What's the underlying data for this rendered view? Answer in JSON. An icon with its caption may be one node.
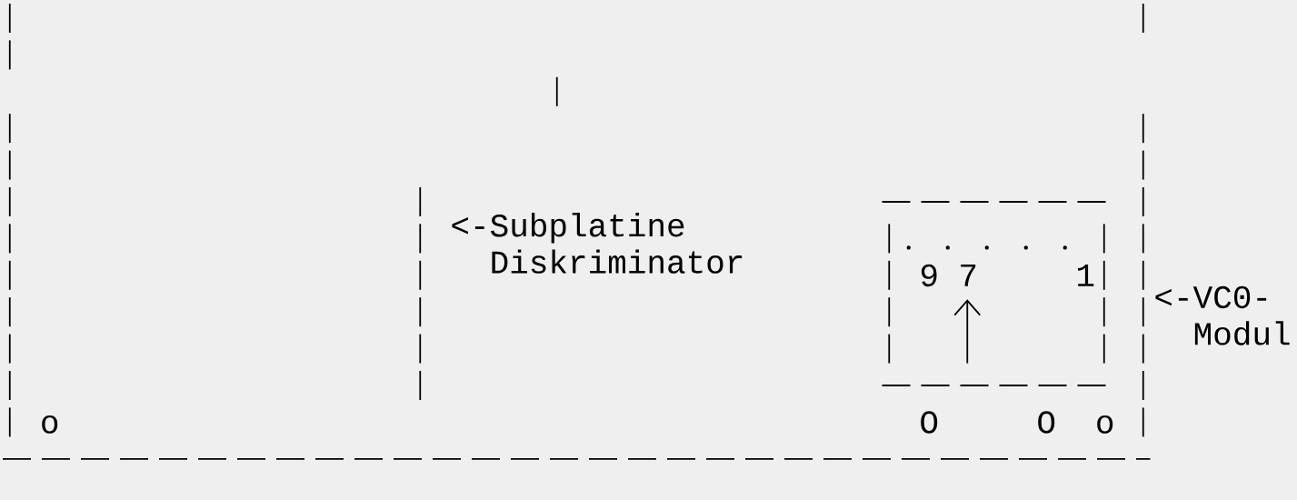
{
  "diagram": {
    "labels": [
      "<-Subplatine Diskriminator",
      "9",
      "7",
      "1",
      "<-VC0- Modul",
      "o",
      "O",
      "O",
      "o"
    ]
  }
}
